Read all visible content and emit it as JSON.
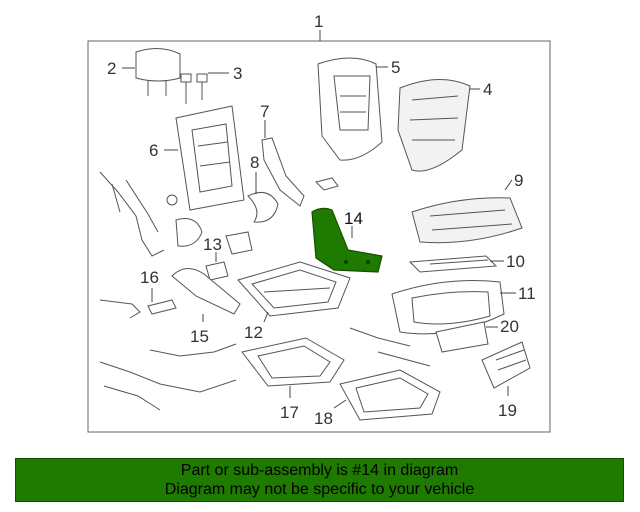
{
  "diagram": {
    "assembly_callout": "1",
    "highlighted_part": "14",
    "highlight_color": "#1f7a00",
    "callouts": [
      "2",
      "3",
      "4",
      "5",
      "6",
      "7",
      "8",
      "9",
      "10",
      "11",
      "12",
      "13",
      "14",
      "15",
      "16",
      "17",
      "18",
      "19",
      "20"
    ]
  },
  "banner": {
    "line1": "Part or sub-assembly is #14 in diagram",
    "line2": "Diagram may not be specific to your vehicle",
    "color": "#1f7a00"
  }
}
